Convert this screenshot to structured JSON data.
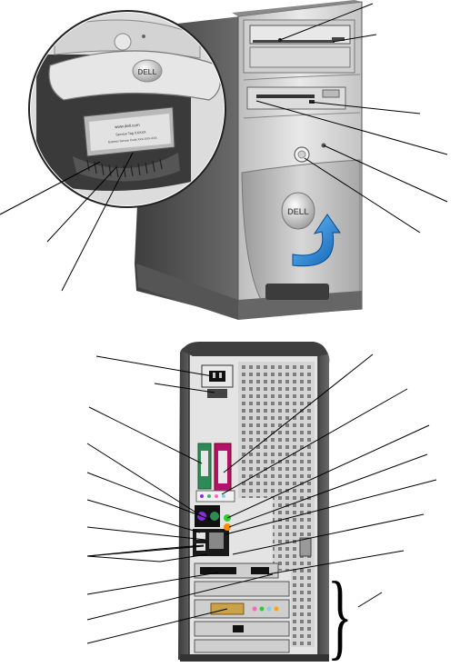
{
  "figure": {
    "front_view": {
      "brand_logo": "DELL",
      "service_tag_label_line1": "www.dell.com",
      "service_tag_label_line2": "Service Tag  XXXXX",
      "service_tag_label_line3": "Express Service Code  XXX-XXX-XXX"
    },
    "back_view": {
      "bracket_label": "}"
    }
  },
  "colors": {
    "case_dark": "#4a4a4a",
    "case_mid": "#7a7a7a",
    "panel_light": "#d9d9d9",
    "serial_port": "#2e8b57",
    "parallel_port": "#b0126e",
    "line": "#000000"
  }
}
